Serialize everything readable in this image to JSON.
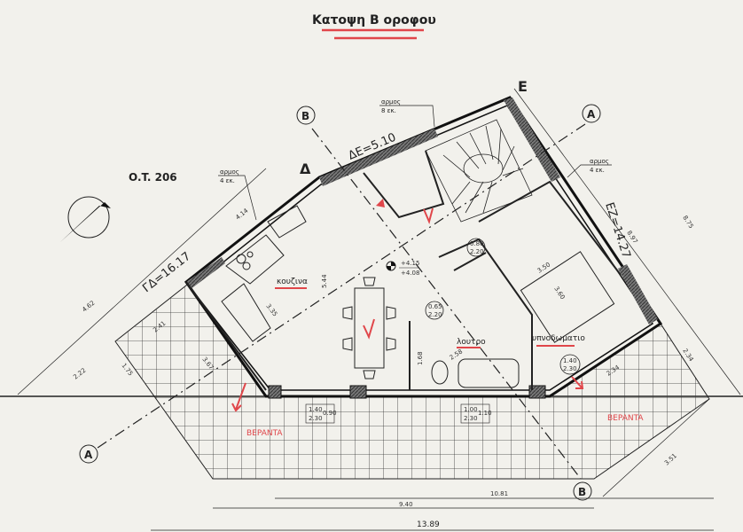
{
  "title": "Κατοψη Β οροφου",
  "block": "O.T. 206",
  "corners": {
    "delta": "Δ",
    "epsilon": "Ε"
  },
  "sides": {
    "gamma_delta": "ΓΔ=16.17",
    "delta_epsilon": "ΔΕ=5.10",
    "epsilon_zeta": "ΕΖ=14.27"
  },
  "joints": [
    {
      "label": "αρμος",
      "value": "8 εκ."
    },
    {
      "label": "αρμος",
      "value": "4 εκ."
    },
    {
      "label": "αρμος",
      "value": "4 εκ."
    }
  ],
  "rooms": {
    "kitchen": "κουζινα",
    "bathroom": "λουτρο",
    "bedroom": "υπνοδωματιο",
    "veranda_left": "BEPANTA",
    "veranda_right": "BEPANTA"
  },
  "level": {
    "top": "+4.15",
    "bottom": "+4.08"
  },
  "openings": [
    {
      "w": "1.40",
      "h": "2.30",
      "sill": "0.90"
    },
    {
      "w": "1.00",
      "h": "2.30",
      "sill": "1.10"
    },
    {
      "w": "1.40",
      "h": "2.30"
    },
    {
      "w": "0.80",
      "h": "2.20"
    },
    {
      "w": "0.65",
      "h": "2.20"
    }
  ],
  "sections": {
    "a": "A",
    "b": "B"
  },
  "dimensions": {
    "d414": "4.14",
    "d462": "4.62",
    "d241": "2.41",
    "d222": "2.22",
    "d175": "1.75",
    "d544": "5.44",
    "d335": "3.35",
    "d367": "3.67",
    "d258": "2.58",
    "d168": "1.68",
    "d360": "3.60",
    "d350": "3.50",
    "d897": "8.97",
    "d875": "8.75",
    "d234a": "2.34",
    "d234b": "2.34",
    "d351": "3.51",
    "d1081": "10.81",
    "d940": "9.40",
    "d1389": "13.89"
  },
  "colors": {
    "annotation": "#e0464a",
    "ink": "#222222",
    "paper": "#f2f1ec"
  }
}
